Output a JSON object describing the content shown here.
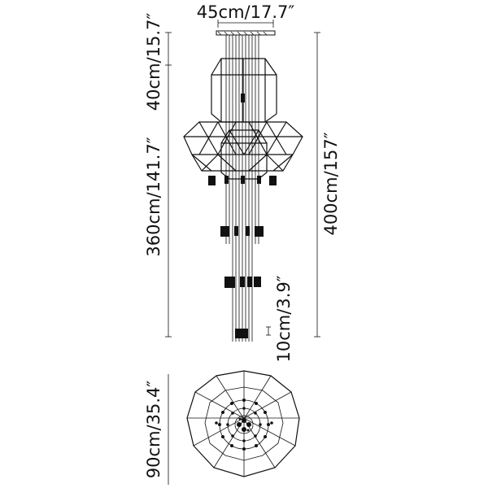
{
  "dimensions": {
    "width_label": "45cm/17.7″",
    "canopy_drop_label": "40cm/15.7″",
    "total_height_label": "400cm/157″",
    "body_height_label": "360cm/141.7″",
    "pendant_gap_label": "10cm/3.9″",
    "diameter_label": "90cm/35.4″"
  }
}
